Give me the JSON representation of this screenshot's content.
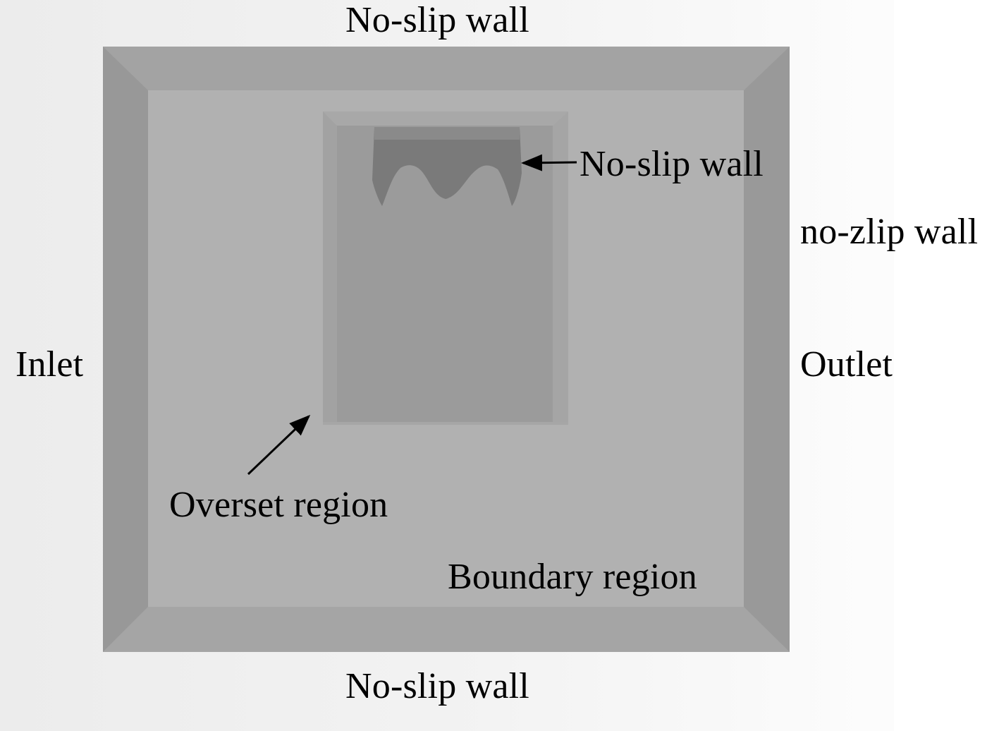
{
  "labels": {
    "top_wall": "No-slip wall",
    "bottom_wall": "No-slip wall",
    "inner_wall": "No-slip wall",
    "side_wall": "no-zlip wall",
    "inlet": "Inlet",
    "outlet": "Outlet",
    "overset_region": "Overset region",
    "boundary_region": "Boundary region"
  },
  "colors": {
    "page_background": "#f3f3f3",
    "domain_floor": "#b0b0b0",
    "domain_bevel_top": "#a2a2a2",
    "domain_bevel_side": "#979797",
    "overset_box": "#9a9a9a",
    "overset_box_rim": "#b4b4b4",
    "body_wall": "#7c7c7c",
    "arrow": "#000000"
  }
}
